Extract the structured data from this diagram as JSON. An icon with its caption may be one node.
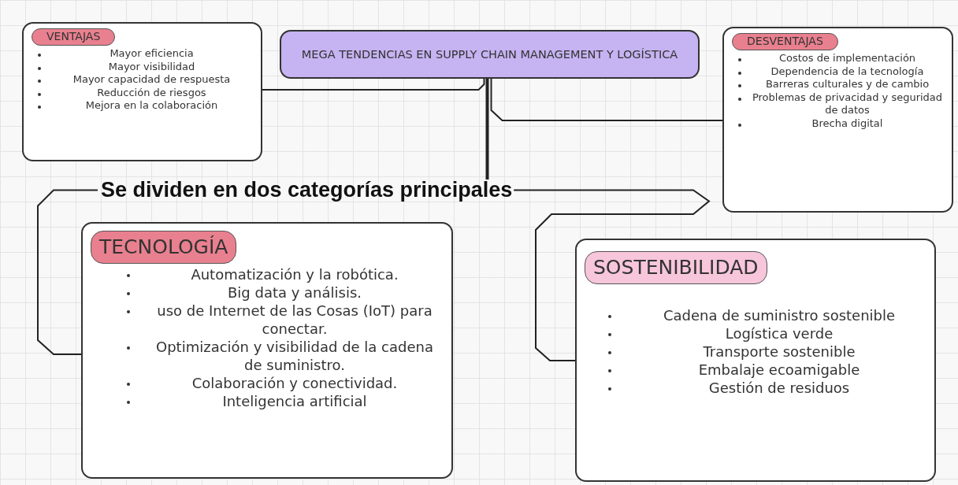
{
  "diagram": {
    "nodes": [
      {
        "text": [
          "MEGA TENDENCIAS EN SUPPLY CHAIN MANAGEMENT Y LOGÍSTICA"
        ]
      },
      {
        "text": [
          "VENTAJAS",
          "Mayor eficiencia",
          "Mayor visibilidad",
          "Mayor capacidad de respuesta",
          "Reducción de riesgos",
          "Mejora en la colaboración"
        ]
      },
      {
        "text": [
          "DESVENTAJAS",
          "Costos de implementación",
          "Dependencia de la tecnología",
          "Barreras culturales y de cambio",
          "Problemas de privacidad y seguridad de datos",
          "Brecha digital"
        ]
      },
      {
        "text": [
          "Se dividen en dos categorías principales"
        ]
      },
      {
        "text": [
          "TECNOLOGÍA",
          "Automatización y la robótica.",
          "Big data y análisis.",
          "uso de Internet de las Cosas (IoT) para conectar.",
          "Optimización y visibilidad de la cadena de suministro.",
          "Colaboración y conectividad.",
          "Inteligencia artificial"
        ]
      },
      {
        "text": [
          "SOSTENIBILIDAD",
          "Cadena de suministro sostenible",
          "Logística verde",
          "Transporte sostenible",
          "Embalaje ecoamigable",
          "Gestión de residuos"
        ]
      }
    ],
    "edges": [
      {
        "from": 0,
        "to": 1,
        "arrow": "none"
      },
      {
        "from": 0,
        "to": 2,
        "arrow": "none"
      },
      {
        "from": 0,
        "to": 3,
        "arrow": "none",
        "style": "thick"
      },
      {
        "from": 3,
        "to": 4,
        "arrow": "none"
      },
      {
        "from": 3,
        "to": 5,
        "arrow": "none"
      }
    ]
  }
}
